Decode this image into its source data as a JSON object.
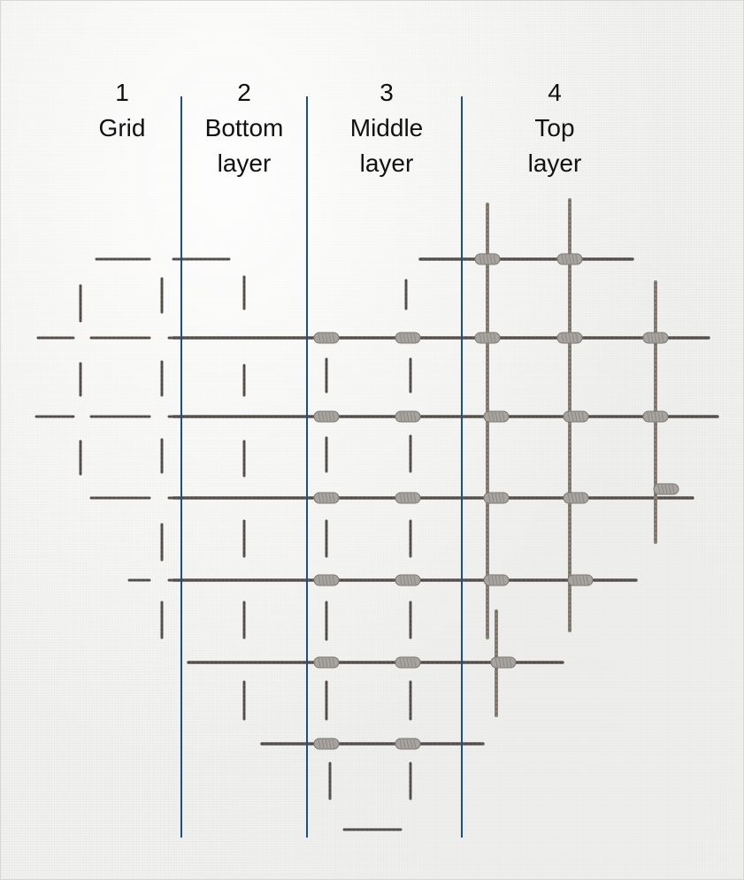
{
  "photo": {
    "subject": "Embroidery sampler showing the build-up of a layered couched grid in four stages",
    "colors": {
      "fabric": "#f1f1ef",
      "thread": "#5a5450",
      "couching_thread": "#a7a39f",
      "metallic_thread": "#8a8276",
      "divider": "#1c4f8a"
    }
  },
  "columns": [
    {
      "number": "1",
      "name_lines": [
        "Grid"
      ]
    },
    {
      "number": "2",
      "name_lines": [
        "Bottom",
        "layer"
      ]
    },
    {
      "number": "3",
      "name_lines": [
        "Middle",
        "layer"
      ]
    },
    {
      "number": "4",
      "name_lines": [
        "Top",
        "layer"
      ]
    }
  ]
}
